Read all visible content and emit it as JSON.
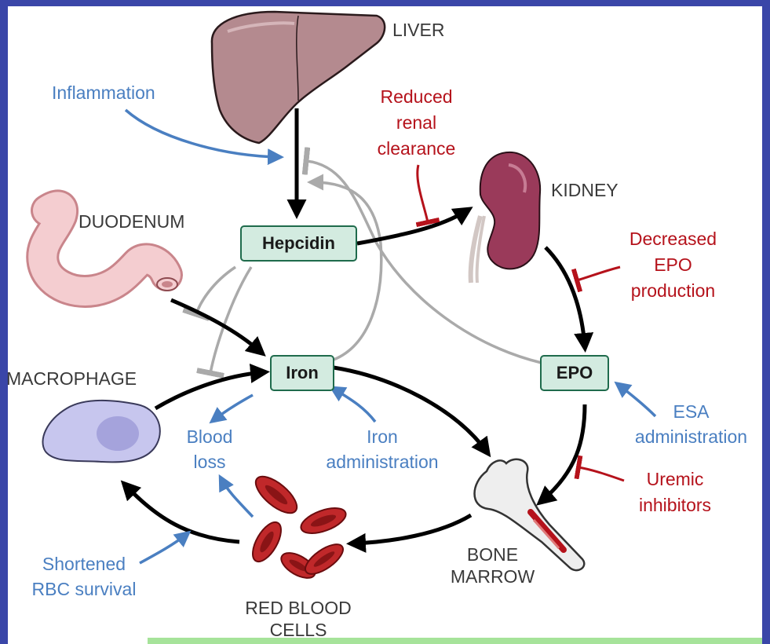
{
  "colors": {
    "frame": "#3a46a8",
    "background": "#ffffff",
    "bottom_bar": "#a6e39a",
    "box_fill": "#d3ebe0",
    "box_border": "#1f6b4c",
    "inhibitor_red": "#b5121b",
    "modulator_blue": "#4a7fc1",
    "main_arrow": "#000000",
    "feedback_gray": "#aaaaaa"
  },
  "organs": {
    "liver": "LIVER",
    "kidney": "KIDNEY",
    "duodenum": "DUODENUM",
    "macrophage": "MACROPHAGE",
    "bone_marrow": [
      "BONE",
      "MARROW"
    ],
    "red_blood_cells": [
      "RED BLOOD",
      "CELLS"
    ]
  },
  "boxes": {
    "hepcidin": "Hepcidin",
    "iron": "Iron",
    "epo": "EPO"
  },
  "inhibitors": {
    "reduced_renal_clearance": [
      "Reduced",
      "renal",
      "clearance"
    ],
    "decreased_epo_production": [
      "Decreased",
      "EPO",
      "production"
    ],
    "uremic_inhibitors": [
      "Uremic",
      "inhibitors"
    ]
  },
  "modulators": {
    "inflammation": "Inflammation",
    "blood_loss": [
      "Blood",
      "loss"
    ],
    "iron_administration": [
      "Iron",
      "administration"
    ],
    "esa_administration": [
      "ESA",
      "administration"
    ],
    "shortened_rbc_survival": [
      "Shortened",
      "RBC survival"
    ]
  }
}
